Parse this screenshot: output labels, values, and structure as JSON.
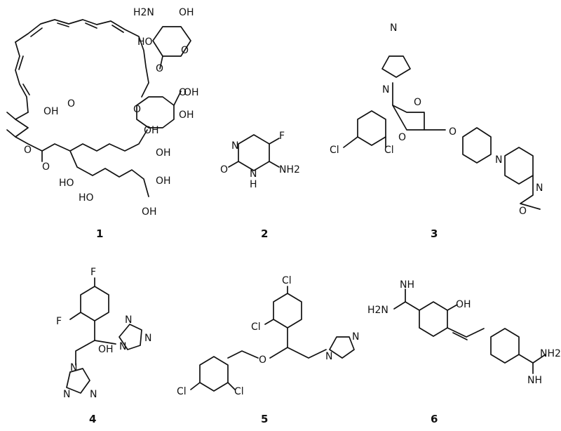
{
  "figure": {
    "compounds": [
      {
        "number": "1",
        "atom_labels": [
          "H2N",
          "OH",
          "HO",
          "O",
          "O",
          "O",
          "OH",
          "O",
          "OH",
          "OH",
          "O",
          "OH",
          "HO",
          "HO",
          "OH",
          "OH",
          "OH",
          "O",
          "O"
        ]
      },
      {
        "number": "2",
        "atom_labels": [
          "N",
          "F",
          "O",
          "N",
          "H",
          "NH2"
        ]
      },
      {
        "number": "3",
        "atom_labels": [
          "N",
          "N",
          "O",
          "O",
          "O",
          "Cl",
          "Cl",
          "N",
          "N",
          "O"
        ]
      },
      {
        "number": "4",
        "atom_labels": [
          "F",
          "F",
          "OH",
          "N",
          "N",
          "N",
          "N",
          "N",
          "N"
        ]
      },
      {
        "number": "5",
        "atom_labels": [
          "Cl",
          "Cl",
          "O",
          "N",
          "N",
          "Cl",
          "Cl"
        ]
      },
      {
        "number": "6",
        "atom_labels": [
          "NH",
          "H2N",
          "OH",
          "NH2",
          "NH"
        ]
      }
    ]
  }
}
